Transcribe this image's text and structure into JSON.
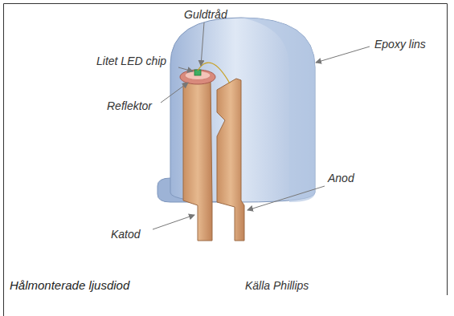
{
  "diagram": {
    "caption": "Hålmonterade ljusdiod",
    "labels": [
      "Guldtråd",
      "Epoxy lins",
      "Litet LED chip",
      "Reflektor",
      "Anod",
      "Katod",
      "Källa Phillips"
    ]
  }
}
